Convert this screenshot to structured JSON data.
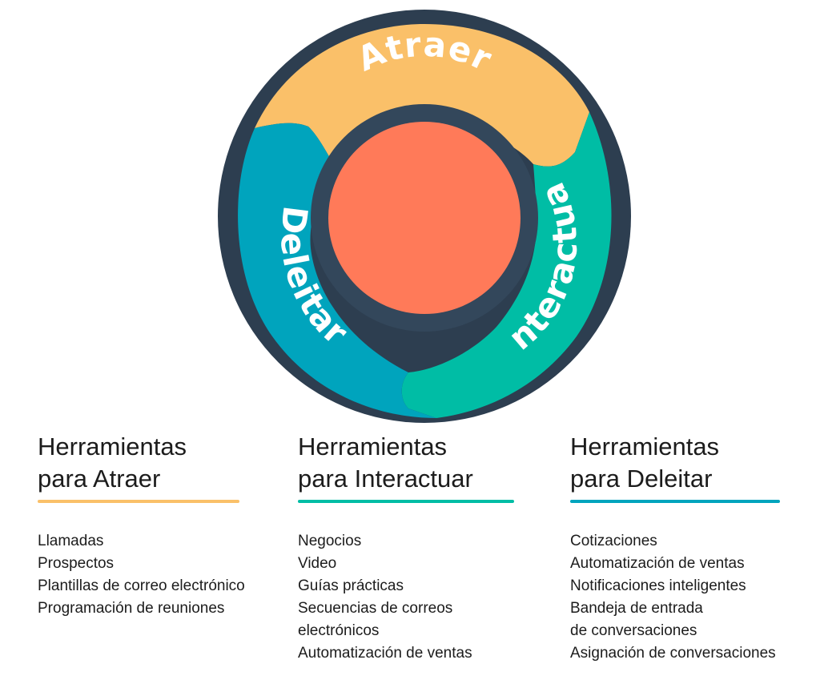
{
  "flywheel": {
    "segments": [
      {
        "label": "Atraer",
        "color": "#FAC069"
      },
      {
        "label": "Interactuar",
        "color": "#00BDA5"
      },
      {
        "label": "Deleitar",
        "color": "#00A4BD"
      }
    ],
    "hub_ring_color": "#33475B",
    "hub_color": "#FF7A59",
    "outer_ring_color": "#2D3E50"
  },
  "columns": [
    {
      "title_line1": "Herramientas",
      "title_line2": "para Atraer",
      "underline_color": "#FAC069",
      "items": [
        "Llamadas",
        "Prospectos",
        "Plantillas de correo electrónico",
        "Programación de reuniones"
      ]
    },
    {
      "title_line1": "Herramientas",
      "title_line2": "para Interactuar",
      "underline_color": "#00BDA5",
      "items": [
        "Negocios",
        "Video",
        "Guías prácticas",
        "Secuencias de correos",
        "electrónicos",
        "Automatización de ventas"
      ]
    },
    {
      "title_line1": "Herramientas",
      "title_line2": "para Deleitar",
      "underline_color": "#00A4BD",
      "items": [
        "Cotizaciones",
        "Automatización de ventas",
        "Notificaciones inteligentes",
        "Bandeja de entrada",
        "de conversaciones",
        "Asignación de conversaciones"
      ]
    }
  ]
}
